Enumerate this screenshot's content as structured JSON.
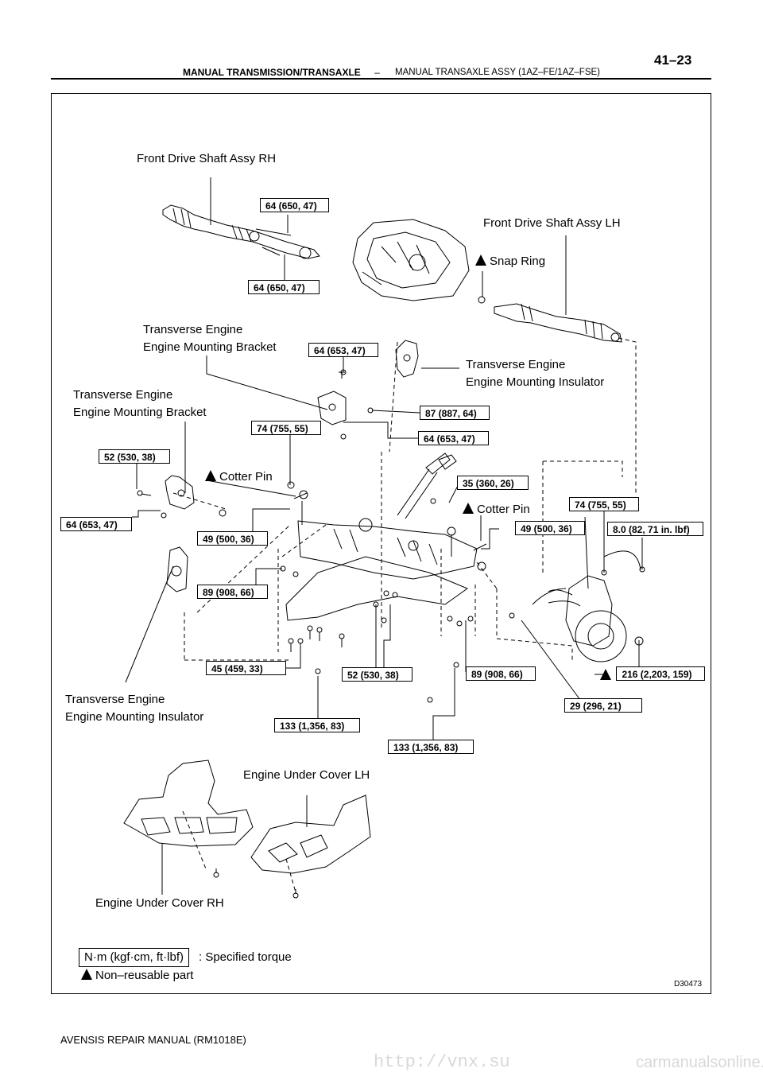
{
  "header": {
    "section": "MANUAL TRANSMISSION/TRANSAXLE",
    "separator": "–",
    "title": "MANUAL TRANSAXLE ASSY (1AZ–FE/1AZ–FSE)",
    "page_number": "41–23"
  },
  "labels": {
    "front_drive_shaft_rh": "Front Drive Shaft Assy RH",
    "front_drive_shaft_lh": "Front Drive Shaft Assy LH",
    "snap_ring": "Snap Ring",
    "bracket_upper_l1": "Transverse Engine",
    "bracket_upper_l2": "Engine Mounting Bracket",
    "insulator_upper_l1": "Transverse Engine",
    "insulator_upper_l2": "Engine Mounting Insulator",
    "bracket_left_l1": "Transverse Engine",
    "bracket_left_l2": "Engine Mounting Bracket",
    "cotter_pin_left": "Cotter Pin",
    "cotter_pin_right": "Cotter Pin",
    "insulator_lower_l1": "Transverse Engine",
    "insulator_lower_l2": "Engine Mounting Insulator",
    "under_cover_lh": "Engine Under Cover LH",
    "under_cover_rh": "Engine Under Cover RH"
  },
  "torques": {
    "t1": "64 (650, 47)",
    "t2": "64 (650, 47)",
    "t3": "64 (653, 47)",
    "t4": "87 (887, 64)",
    "t5": "74 (755, 55)",
    "t6": "64 (653, 47)",
    "t7": "52 (530, 38)",
    "t8": "35 (360, 26)",
    "t9": "64 (653, 47)",
    "t10": "74 (755, 55)",
    "t11": "49 (500, 36)",
    "t12": "8.0 (82, 71 in. lbf)",
    "t13": "49 (500, 36)",
    "t14": "89 (908, 66)",
    "t15": "45 (459, 33)",
    "t16": "52 (530, 38)",
    "t17": "89 (908, 66)",
    "t18": "216 (2,203, 159)",
    "t19": "29 (296, 21)",
    "t20": "133 (1,356, 83)",
    "t21": "133 (1,356, 83)"
  },
  "legend": {
    "unit_box": "N·m (kgf·cm, ft·lbf)",
    "unit_text": ": Specified torque",
    "non_reusable": "Non–reusable part"
  },
  "figure_code": "D30473",
  "footer": "AVENSIS REPAIR MANUAL   (RM1018E)",
  "watermarks": {
    "left": "http://vnx.su",
    "right": "carmanualsonline.info"
  }
}
